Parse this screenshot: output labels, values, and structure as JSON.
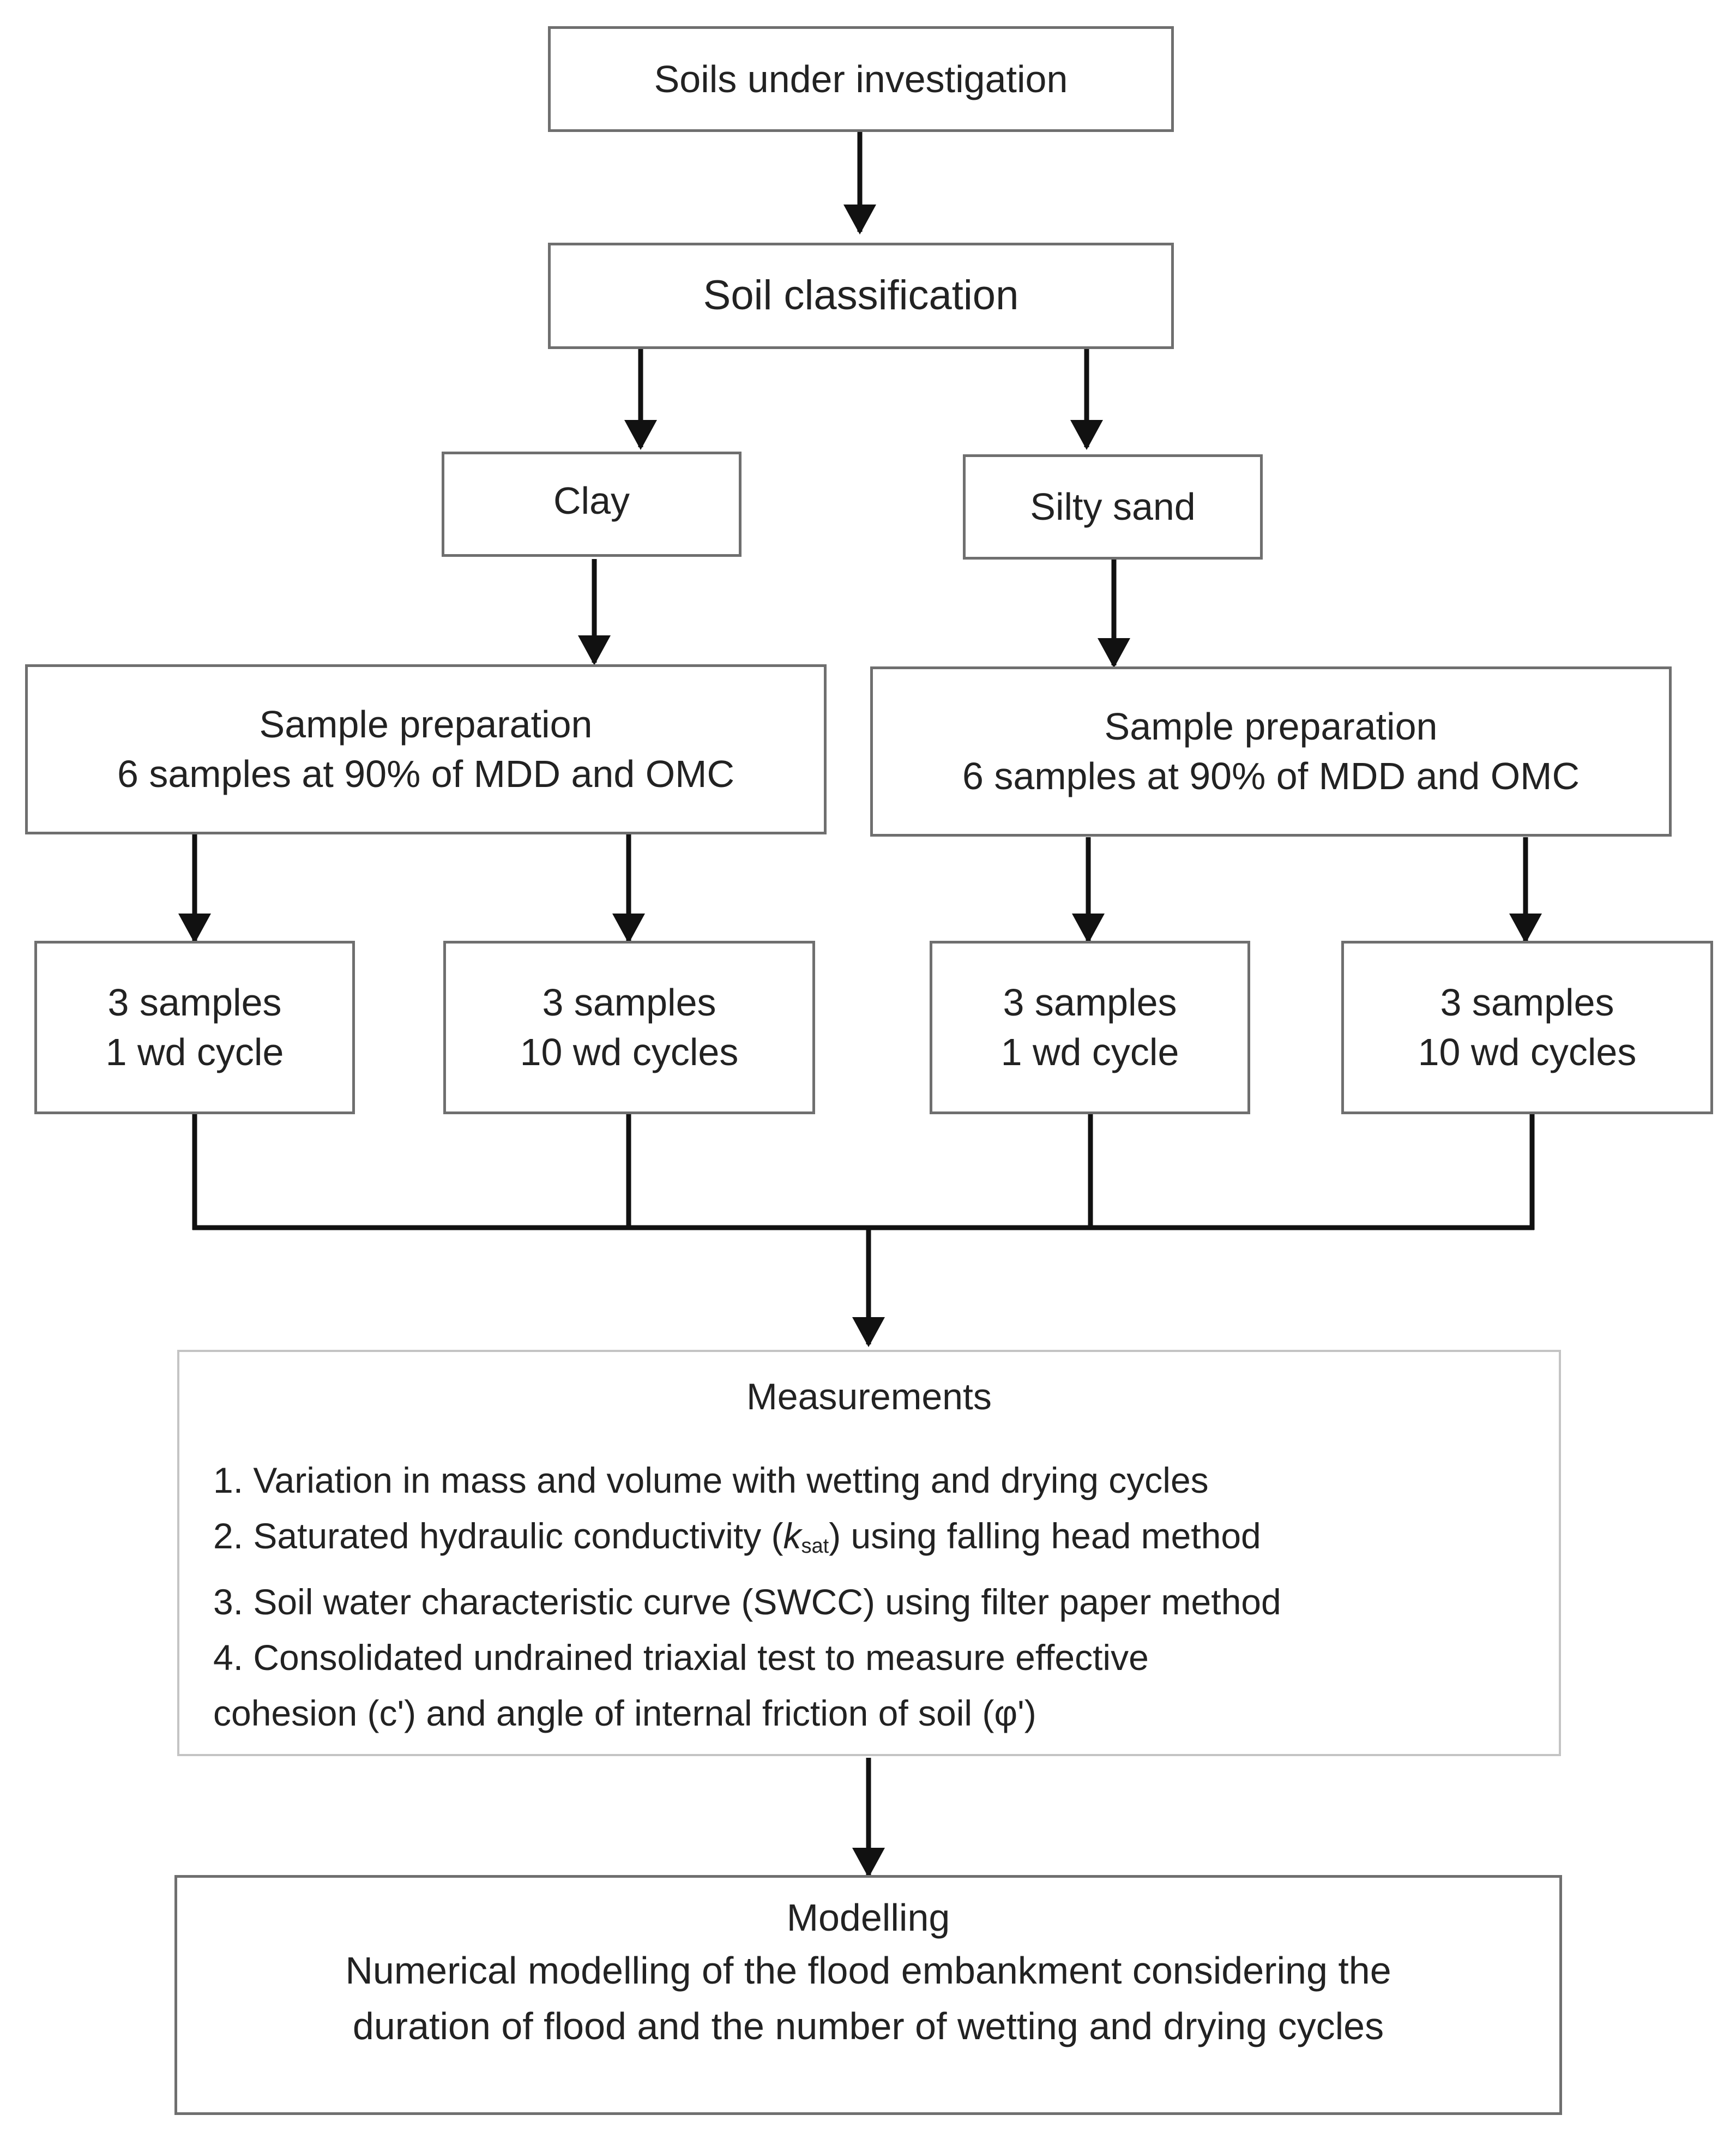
{
  "diagram": {
    "nodes": {
      "soils": "Soils under investigation",
      "classification": "Soil classification",
      "clay": "Clay",
      "silty_sand": "Silty sand",
      "prep_clay": {
        "line1": "Sample preparation",
        "line2": "6 samples at 90% of MDD and OMC"
      },
      "prep_sand": {
        "line1": "Sample preparation",
        "line2": "6 samples at 90% of MDD and OMC"
      },
      "clay_1wd": {
        "line1": "3 samples",
        "line2": "1 wd cycle"
      },
      "clay_10wd": {
        "line1": "3 samples",
        "line2": "10 wd cycles"
      },
      "sand_1wd": {
        "line1": "3 samples",
        "line2": "1 wd cycle"
      },
      "sand_10wd": {
        "line1": "3 samples",
        "line2": "10 wd cycles"
      },
      "measurements": {
        "title": "Measurements",
        "item1": "1. Variation in mass and volume with wetting and drying cycles",
        "item2_pre": "2. Saturated hydraulic conductivity (",
        "item2_k": "k",
        "item2_sub": "sat",
        "item2_post": ") using falling head method",
        "item3": "3. Soil water characteristic curve (SWCC) using filter paper method",
        "item4_line1": "4. Consolidated undrained triaxial test to measure effective",
        "item4_line2": "cohesion (c') and angle of internal friction of soil (φ')"
      },
      "modelling": {
        "title": "Modelling",
        "line1": "Numerical modelling of the flood embankment considering the",
        "line2": "duration of flood and the number of wetting and drying cycles"
      }
    },
    "colors": {
      "box_border": "#6f6f6f",
      "light_border": "#c4c4c4",
      "arrow": "#111111",
      "text": "#222222"
    }
  }
}
